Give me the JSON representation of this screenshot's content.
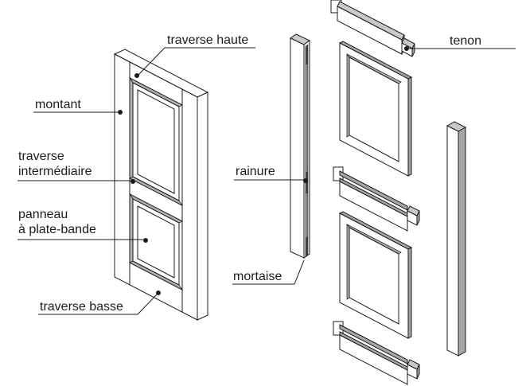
{
  "figure": {
    "kind": "exploded technical drawing",
    "subject": "porte à panneaux (frame-and-panel door) : porte assemblée à gauche, vue éclatée à droite"
  },
  "labels": {
    "traverse_haute": "traverse haute",
    "montant": "montant",
    "traverse_intermediaire_1": "traverse",
    "traverse_intermediaire_2": "intermédiaire",
    "panneau_1": "panneau",
    "panneau_2": "à plate-bande",
    "traverse_basse": "traverse basse",
    "rainure": "rainure",
    "mortaise": "mortaise",
    "tenon": "tenon"
  },
  "colors": {
    "bg": "#ffffff",
    "line": "#1b1b1b",
    "face_top": "#c9c9c9",
    "face_side": "#a6a6a6",
    "bevel": "#b0b0b0",
    "groove": "#909090",
    "slot": "#404040"
  }
}
